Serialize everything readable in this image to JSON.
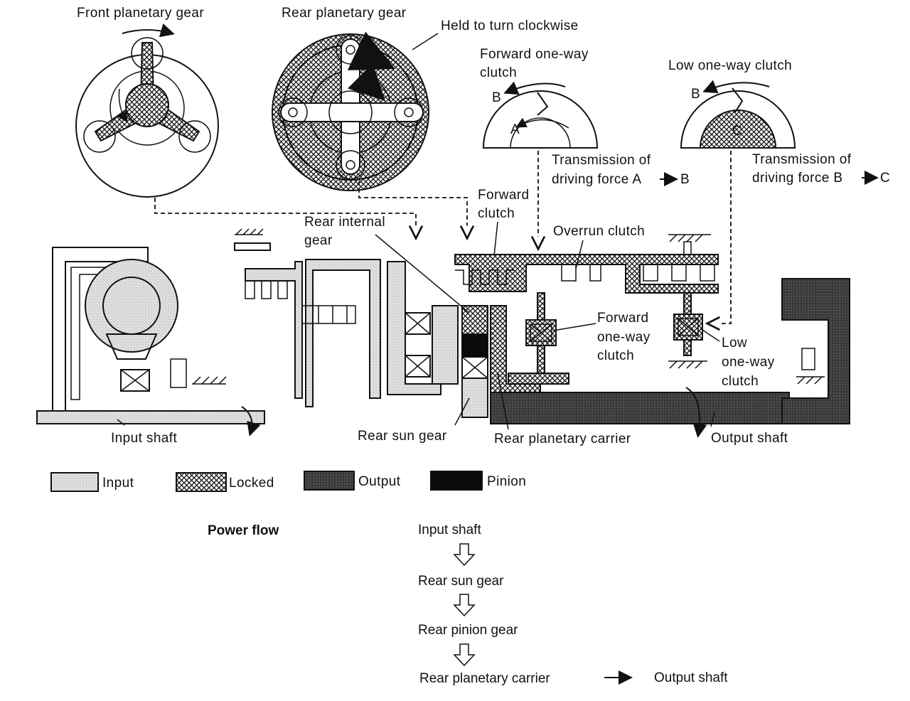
{
  "colors": {
    "input": "#dcdcdc",
    "locked": "#7a7a7a",
    "output": "#3a3a3a",
    "pinion": "#0a0a0a",
    "line": "#111111",
    "background": "#ffffff"
  },
  "top": {
    "front_planetary": "Front planetary gear",
    "rear_planetary": "Rear planetary gear",
    "held_clockwise": "Held to turn clockwise",
    "forward_owc_title_1": "Forward one-way",
    "forward_owc_title_2": "clutch",
    "low_owc_title": "Low one-way clutch",
    "label_a": "A",
    "label_b": "B",
    "label_c": "C",
    "transmission_1": "Transmission of",
    "driving_force_ab": "driving force A",
    "ab_target": "B",
    "driving_force_bc": "driving force B",
    "bc_target": "C"
  },
  "section": {
    "rear_internal_gear_1": "Rear internal",
    "rear_internal_gear_2": "gear",
    "forward_clutch_1": "Forward",
    "forward_clutch_2": "clutch",
    "overrun_clutch": "Overrun clutch",
    "forward_owc_1": "Forward",
    "forward_owc_2": "one-way",
    "forward_owc_3": "clutch",
    "low_owc_1": "Low",
    "low_owc_2": "one-way",
    "low_owc_3": "clutch",
    "input_shaft": "Input shaft",
    "rear_sun_gear": "Rear sun gear",
    "rear_planetary_carrier": "Rear planetary carrier",
    "output_shaft": "Output shaft"
  },
  "legend": [
    {
      "label": "Input",
      "swatch": "input"
    },
    {
      "label": "Locked",
      "swatch": "locked"
    },
    {
      "label": "Output",
      "swatch": "output"
    },
    {
      "label": "Pinion",
      "swatch": "pinion"
    }
  ],
  "power_flow": {
    "title": "Power flow",
    "steps": [
      "Input shaft",
      "Rear sun gear",
      "Rear pinion gear",
      "Rear planetary carrier"
    ],
    "final": "Output shaft"
  }
}
